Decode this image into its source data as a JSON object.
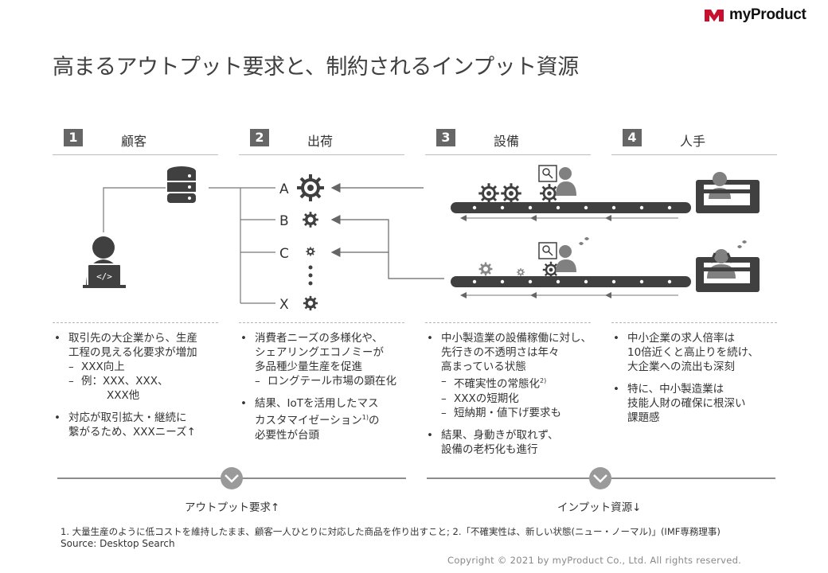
{
  "brand": {
    "name": "myProduct",
    "logo_icon": "m-logo-icon",
    "accent": "#c8102e"
  },
  "title": "高まるアウトプット要求と、制約されるインプット資源",
  "columns": [
    {
      "num": "1",
      "label": "顧客"
    },
    {
      "num": "2",
      "label": "出荷"
    },
    {
      "num": "3",
      "label": "設備"
    },
    {
      "num": "4",
      "label": "人手"
    }
  ],
  "diagram": {
    "outputs": [
      "A",
      "B",
      "C",
      "X"
    ],
    "icons": [
      "database-icon",
      "developer-laptop-icon",
      "gear-icon",
      "magnifier-icon",
      "worker-icon",
      "conveyor-icon",
      "factory-machine-icon"
    ]
  },
  "bullets": {
    "col1": {
      "b1": [
        "取引先の大企業から、生産",
        "工程の見える化要求が増加"
      ],
      "subs": [
        "XXX向上",
        "例：XXX、XXX、"
      ],
      "sub_cont": "XXX他",
      "b2": [
        "対応が取引拡大・継続に",
        "繋がるため、XXXニーズ↑"
      ]
    },
    "col2": {
      "b1": [
        "消費者ニーズの多様化や、",
        "シェアリングエコノミーが",
        "多品種少量生産を促進"
      ],
      "sub": "ロングテール市場の顕在化",
      "b2a": "結果、IoTを活用したマス",
      "b2b_pre": "カスタマイゼーション",
      "b2b_sup": "1)",
      "b2b_post": "の",
      "b2c": "必要性が台頭"
    },
    "col3": {
      "b1": [
        "中小製造業の設備稼働に対し、",
        "先行きの不透明さは年々",
        "高まっている状態"
      ],
      "sub1": "不確実性の常態化",
      "sub1_sup": "2)",
      "sub2": "XXXの短期化",
      "sub3": "短納期・値下げ要求も",
      "b2": [
        "結果、身動きが取れず、",
        "設備の老朽化も進行"
      ]
    },
    "col4": {
      "b1": [
        "中小企業の求人倍率は",
        "10倍近くと高止りを続け、",
        "大企業への流出も深刻"
      ],
      "b2": [
        "特に、中小製造業は",
        "技能人財の確保に根深い",
        "課題感"
      ]
    }
  },
  "bottom": {
    "left": "アウトプット要求↑",
    "right": "インプット資源↓"
  },
  "footnote": "1. 大量生産のように低コストを維持したまま、顧客一人ひとりに対応した商品を作り出すこと;  2.「不確実性は、新しい状態(ニュー・ノーマル)」(IMF専務理事)",
  "source": "Source:  Desktop Search",
  "copyright": "Copyright © 2021 by myProduct Co., Ltd.  All rights reserved."
}
